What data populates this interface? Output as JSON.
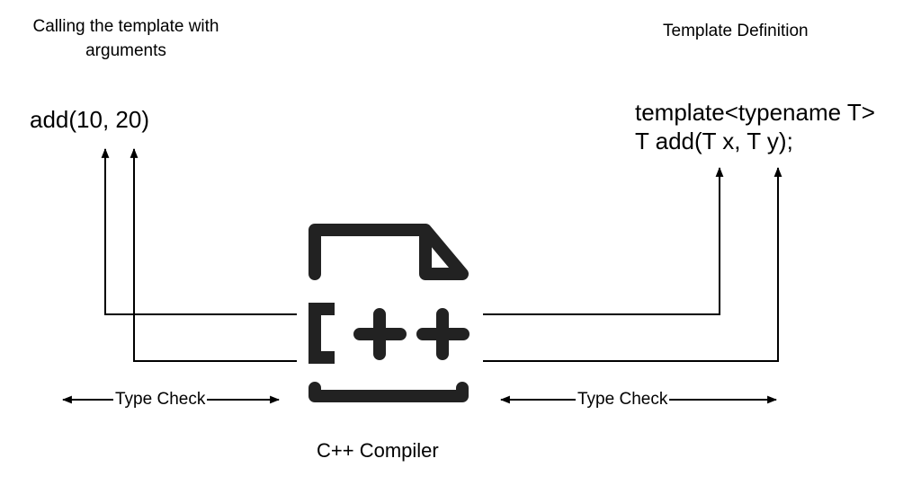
{
  "call_side": {
    "heading": "Calling the template with arguments",
    "expression": "add(10, 20)"
  },
  "definition_side": {
    "heading": "Template Definition",
    "line1": "template<typename T>",
    "line2": "T add(T x,  T y);"
  },
  "compiler": {
    "label": "C++ Compiler",
    "icon": "cpp-file-icon"
  },
  "type_check": {
    "left_label": "Type Check",
    "right_label": "Type Check"
  }
}
